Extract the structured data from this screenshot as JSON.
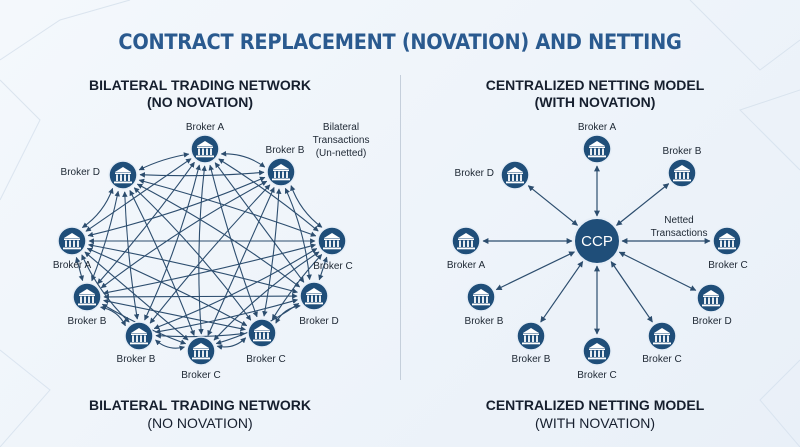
{
  "title": "CONTRACT REPLACEMENT (NOVATION) AND NETTING",
  "left_panel": {
    "title_line1": "BILATERAL TRADING NETWORK",
    "title_line2": "(NO NOVATION)",
    "annotation": [
      "Bilateral",
      "Transactions",
      "(Un-netted)"
    ],
    "footer_line1": "BILATERAL TRADING NETWORK",
    "footer_line2": "(NO NOVATION)",
    "nodes": [
      "Broker A",
      "Broker B",
      "Broker C",
      "Broker D",
      "Broker C",
      "Broker C",
      "Broker B",
      "Broker B",
      "Broker A",
      "Broker D"
    ]
  },
  "right_panel": {
    "title_line1": "CENTRALIZED NETTING MODEL",
    "title_line2": "(WITH NOVATION)",
    "hub": "CCP",
    "annotation": [
      "Netted",
      "Transactions"
    ],
    "footer_line1": "CENTRALIZED NETTING MODEL",
    "footer_line2": "(WITH NOVATION)",
    "nodes": [
      "Broker A",
      "Broker B",
      "Broker C",
      "Broker D",
      "Broker C",
      "Broker C",
      "Broker B",
      "Broker B",
      "Broker A",
      "Broker D"
    ]
  },
  "colors": {
    "node": "#1f4e79",
    "arrow": "#2c4d6e",
    "title": "#2a5a8f"
  },
  "icon": "bank-building-icon"
}
